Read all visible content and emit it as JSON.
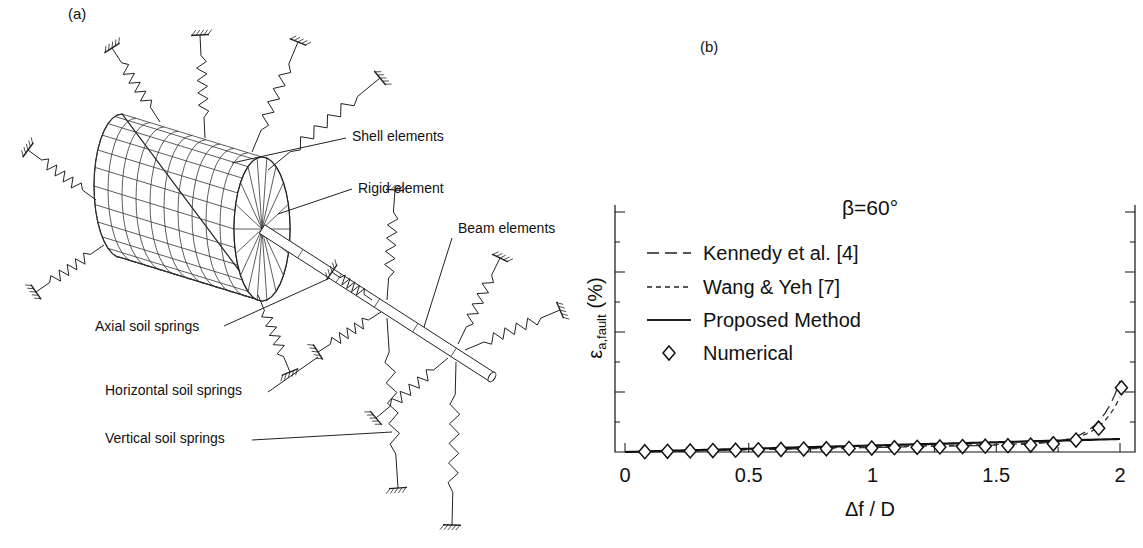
{
  "diagram": {
    "labels": [
      "(a)",
      "Shell elements",
      "Rigid element",
      "Beam elements",
      "Axial soil springs",
      "Horizontal soil springs",
      "Vertical soil springs",
      "(b)",
      "β=60°",
      "ε",
      "a,fault",
      "(%)",
      "0",
      "0.5",
      "1",
      "1.5",
      "2",
      "Δf / D"
    ],
    "legend": [
      {
        "text": "Kennedy et al. [4]"
      },
      {
        "text": "Wang & Yeh [7]"
      },
      {
        "text": "Proposed Method"
      },
      {
        "text": "Numerical"
      }
    ]
  }
}
